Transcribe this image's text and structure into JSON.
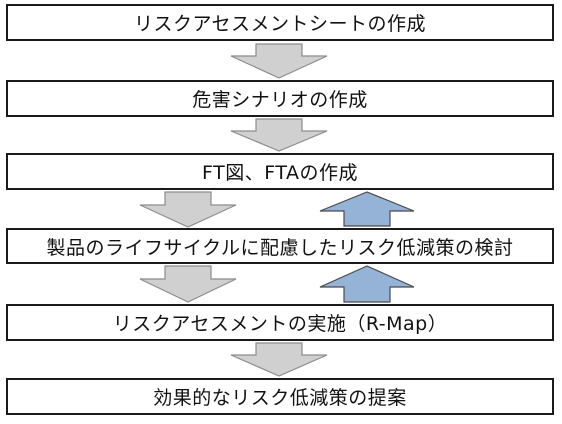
{
  "steps": [
    {
      "label": "リスクアセスメントシートの作成"
    },
    {
      "label": "危害シナリオの作成"
    },
    {
      "label": "FT図、FTAの作成"
    },
    {
      "label": "製品のライフサイクルに配慮したリスク低減策の検討"
    },
    {
      "label": "リスクアセスメントの実施（R-Map）"
    },
    {
      "label": "効果的なリスク低減策の提案"
    }
  ],
  "colors": {
    "box_border": "#1a1a1a",
    "forward_arrow_fill": "#d0d0d0",
    "feedback_arrow_fill": "#95b3d7"
  }
}
